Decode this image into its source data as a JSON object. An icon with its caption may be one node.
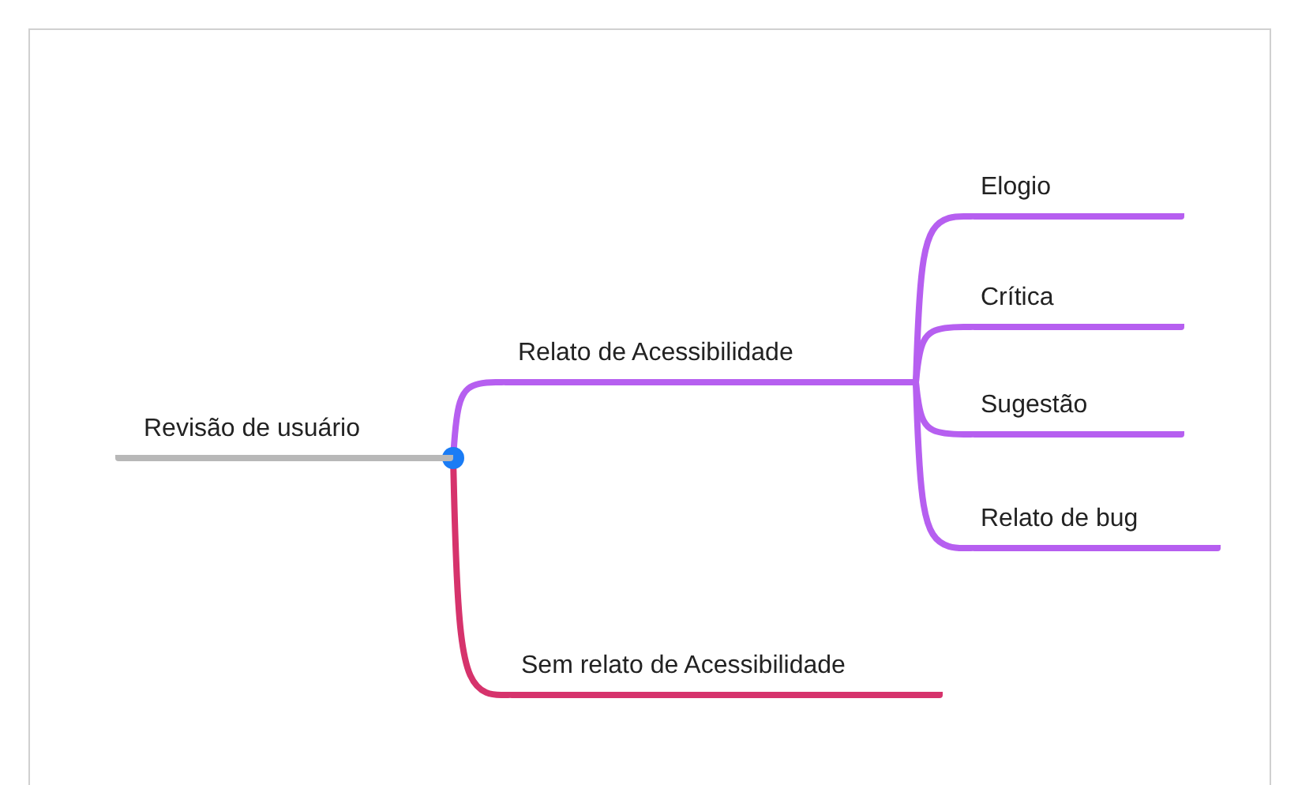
{
  "diagram": {
    "nodes": [
      {
        "text": [
          "Revisão de usuário"
        ]
      },
      {
        "text": [
          "Relato de Acessibilidade"
        ]
      },
      {
        "text": [
          "Elogio"
        ]
      },
      {
        "text": [
          "Crítica"
        ]
      },
      {
        "text": [
          "Sugestão"
        ]
      },
      {
        "text": [
          "Relato de bug"
        ]
      },
      {
        "text": [
          "Sem relato de Acessibilidade"
        ]
      }
    ],
    "edges": [
      {
        "from": 0,
        "to": 1,
        "arrow": "none"
      },
      {
        "from": 0,
        "to": 6,
        "arrow": "none",
        "color": "#d6336c"
      },
      {
        "from": 1,
        "to": 2,
        "arrow": "none"
      },
      {
        "from": 1,
        "to": 3,
        "arrow": "none"
      },
      {
        "from": 1,
        "to": 4,
        "arrow": "none"
      },
      {
        "from": 1,
        "to": 5,
        "arrow": "none"
      }
    ]
  }
}
